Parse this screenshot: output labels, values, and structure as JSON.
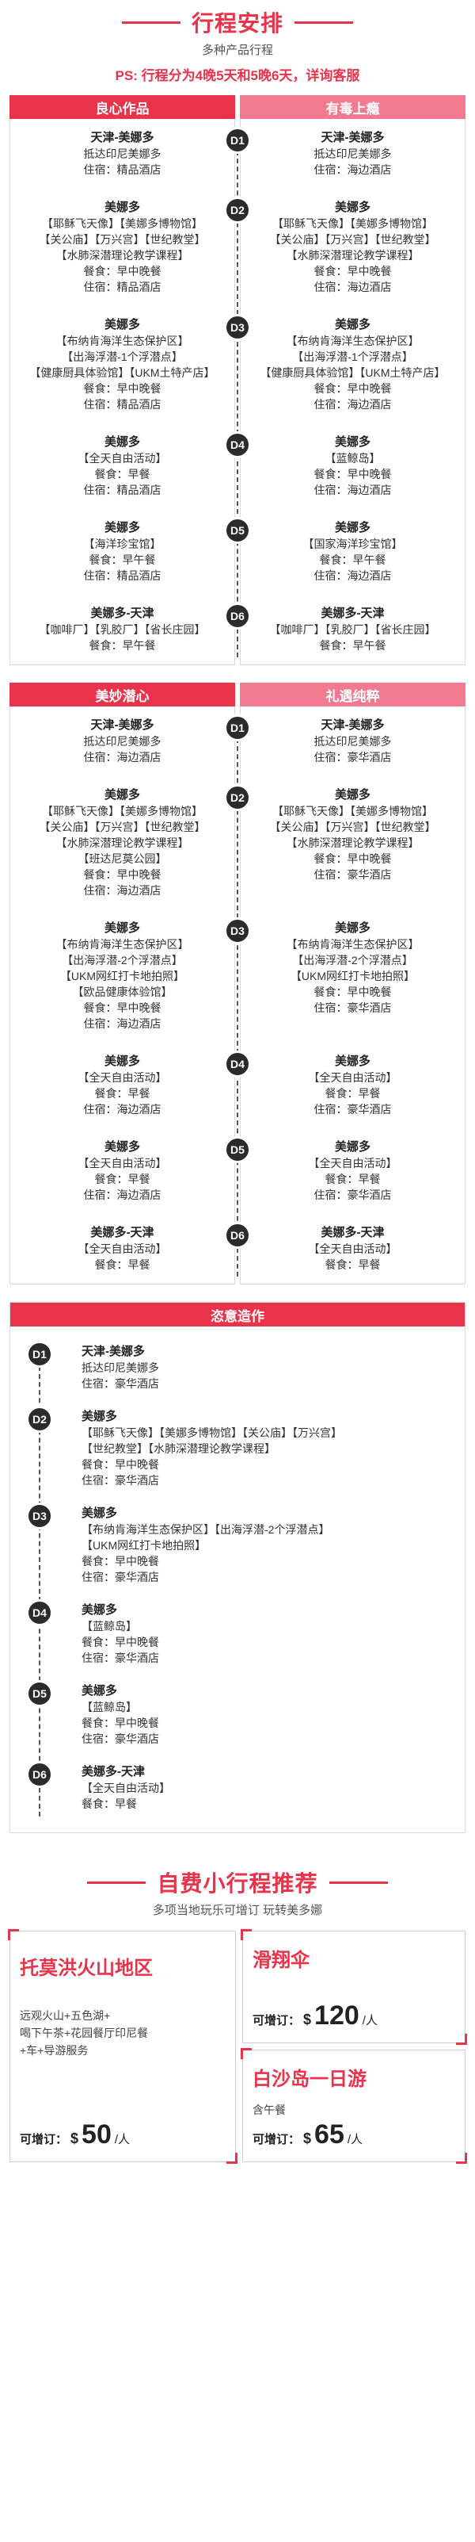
{
  "header": {
    "title": "行程安排",
    "subtitle": "多种产品行程",
    "ps": "PS: 行程分为4晚5天和5晚6天，详询客服"
  },
  "block1": {
    "left_tab": "良心作品",
    "right_tab": "有毒上瘾",
    "days": [
      {
        "badge": "D1",
        "left": [
          "天津-美娜多",
          "抵达印尼美娜多",
          "住宿：精品酒店"
        ],
        "right": [
          "天津-美娜多",
          "抵达印尼美娜多",
          "住宿：海边酒店"
        ]
      },
      {
        "badge": "D2",
        "left": [
          "美娜多",
          "【耶稣飞天像】【美娜多博物馆】",
          "【关公庙】【万兴宫】【世纪教堂】",
          "【水肺深潜理论教学课程】",
          "餐食：早中晚餐",
          "住宿：精品酒店"
        ],
        "right": [
          "美娜多",
          "【耶稣飞天像】【美娜多博物馆】",
          "【关公庙】【万兴宫】【世纪教堂】",
          "【水肺深潜理论教学课程】",
          "餐食：早中晚餐",
          "住宿：海边酒店"
        ]
      },
      {
        "badge": "D3",
        "left": [
          "美娜多",
          "【布纳肯海洋生态保护区】",
          "【出海浮潜-1个浮潜点】",
          "【健康厨具体验馆】【UKM土特产店】",
          "餐食：早中晚餐",
          "住宿：精品酒店"
        ],
        "right": [
          "美娜多",
          "【布纳肯海洋生态保护区】",
          "【出海浮潜-1个浮潜点】",
          "【健康厨具体验馆】【UKM土特产店】",
          "餐食：早中晚餐",
          "住宿：海边酒店"
        ]
      },
      {
        "badge": "D4",
        "left": [
          "美娜多",
          "【全天自由活动】",
          "餐食：早餐",
          "住宿：精品酒店"
        ],
        "right": [
          "美娜多",
          "【蓝鲸岛】",
          "餐食：早中晚餐",
          "住宿：海边酒店"
        ]
      },
      {
        "badge": "D5",
        "left": [
          "美娜多",
          "【海洋珍宝馆】",
          "餐食：早午餐",
          "住宿：精品酒店"
        ],
        "right": [
          "美娜多",
          "【国家海洋珍宝馆】",
          "餐食：早午餐",
          "住宿：海边酒店"
        ]
      },
      {
        "badge": "D6",
        "left": [
          "美娜多-天津",
          "【咖啡厂】【乳胶厂】【省长庄园】",
          "餐食：早午餐"
        ],
        "right": [
          "美娜多-天津",
          "【咖啡厂】【乳胶厂】【省长庄园】",
          "餐食：早午餐"
        ]
      }
    ]
  },
  "block2": {
    "left_tab": "美妙潜心",
    "right_tab": "礼遇纯粹",
    "days": [
      {
        "badge": "D1",
        "left": [
          "天津-美娜多",
          "抵达印尼美娜多",
          "住宿：海边酒店"
        ],
        "right": [
          "天津-美娜多",
          "抵达印尼美娜多",
          "住宿：豪华酒店"
        ]
      },
      {
        "badge": "D2",
        "left": [
          "美娜多",
          "【耶稣飞天像】【美娜多博物馆】",
          "【关公庙】【万兴宫】【世纪教堂】",
          "【水肺深潜理论教学课程】",
          "【班达尼莫公园】",
          "餐食：早中晚餐",
          "住宿：海边酒店"
        ],
        "right": [
          "美娜多",
          "【耶稣飞天像】【美娜多博物馆】",
          "【关公庙】【万兴宫】【世纪教堂】",
          "【水肺深潜理论教学课程】",
          "餐食：早中晚餐",
          "住宿：豪华酒店"
        ]
      },
      {
        "badge": "D3",
        "left": [
          "美娜多",
          "【布纳肯海洋生态保护区】",
          "【出海浮潜-2个浮潜点】",
          "【UKM网红打卡地拍照】",
          "【欧品健康体验馆】",
          "餐食：早中晚餐",
          "住宿：海边酒店"
        ],
        "right": [
          "美娜多",
          "【布纳肯海洋生态保护区】",
          "【出海浮潜-2个浮潜点】",
          "【UKM网红打卡地拍照】",
          "餐食：早中晚餐",
          "住宿：豪华酒店"
        ]
      },
      {
        "badge": "D4",
        "left": [
          "美娜多",
          "【全天自由活动】",
          "餐食：早餐",
          "住宿：海边酒店"
        ],
        "right": [
          "美娜多",
          "【全天自由活动】",
          "餐食：早餐",
          "住宿：豪华酒店"
        ]
      },
      {
        "badge": "D5",
        "left": [
          "美娜多",
          "【全天自由活动】",
          "餐食：早餐",
          "住宿：海边酒店"
        ],
        "right": [
          "美娜多",
          "【全天自由活动】",
          "餐食：早餐",
          "住宿：豪华酒店"
        ]
      },
      {
        "badge": "D6",
        "left": [
          "美娜多-天津",
          "【全天自由活动】",
          "餐食：早餐"
        ],
        "right": [
          "美娜多-天津",
          "【全天自由活动】",
          "餐食：早餐"
        ]
      }
    ]
  },
  "block3": {
    "tab": "恣意造作",
    "days": [
      {
        "badge": "D1",
        "lines": [
          "天津-美娜多",
          "抵达印尼美娜多",
          "住宿：豪华酒店"
        ]
      },
      {
        "badge": "D2",
        "lines": [
          "美娜多",
          "【耶稣飞天像】【美娜多博物馆】【关公庙】【万兴宫】",
          "【世纪教堂】【水肺深潜理论教学课程】",
          "餐食：早中晚餐",
          "住宿：豪华酒店"
        ]
      },
      {
        "badge": "D3",
        "lines": [
          "美娜多",
          "【布纳肯海洋生态保护区】【出海浮潜-2个浮潜点】",
          "【UKM网红打卡地拍照】",
          "餐食：早中晚餐",
          "住宿：豪华酒店"
        ]
      },
      {
        "badge": "D4",
        "lines": [
          "美娜多",
          "【蓝鲸岛】",
          "餐食：早中晚餐",
          "住宿：豪华酒店"
        ]
      },
      {
        "badge": "D5",
        "lines": [
          "美娜多",
          "【蓝鲸岛】",
          "餐食：早中晚餐",
          "住宿：豪华酒店"
        ]
      },
      {
        "badge": "D6",
        "lines": [
          "美娜多-天津",
          "【全天自由活动】",
          "餐食：早餐"
        ]
      }
    ]
  },
  "optional": {
    "title": "自费小行程推荐",
    "subtitle": "多项当地玩乐可增订 玩转美多娜",
    "left": {
      "name": "托莫洪火山地区",
      "desc": [
        "远观火山+五色湖+",
        "喝下午茶+花园餐厅印尼餐",
        "+车+导游服务"
      ],
      "price_label": "可增订：",
      "currency": "$",
      "price": "50",
      "unit": "/人"
    },
    "right_top": {
      "name": "滑翔伞",
      "price_label": "可增订：",
      "currency": "$",
      "price": "120",
      "unit": "/人"
    },
    "right_bottom": {
      "name": "白沙岛一日游",
      "sub": "含午餐",
      "price_label": "可增订：",
      "currency": "$",
      "price": "65",
      "unit": "/人"
    }
  }
}
